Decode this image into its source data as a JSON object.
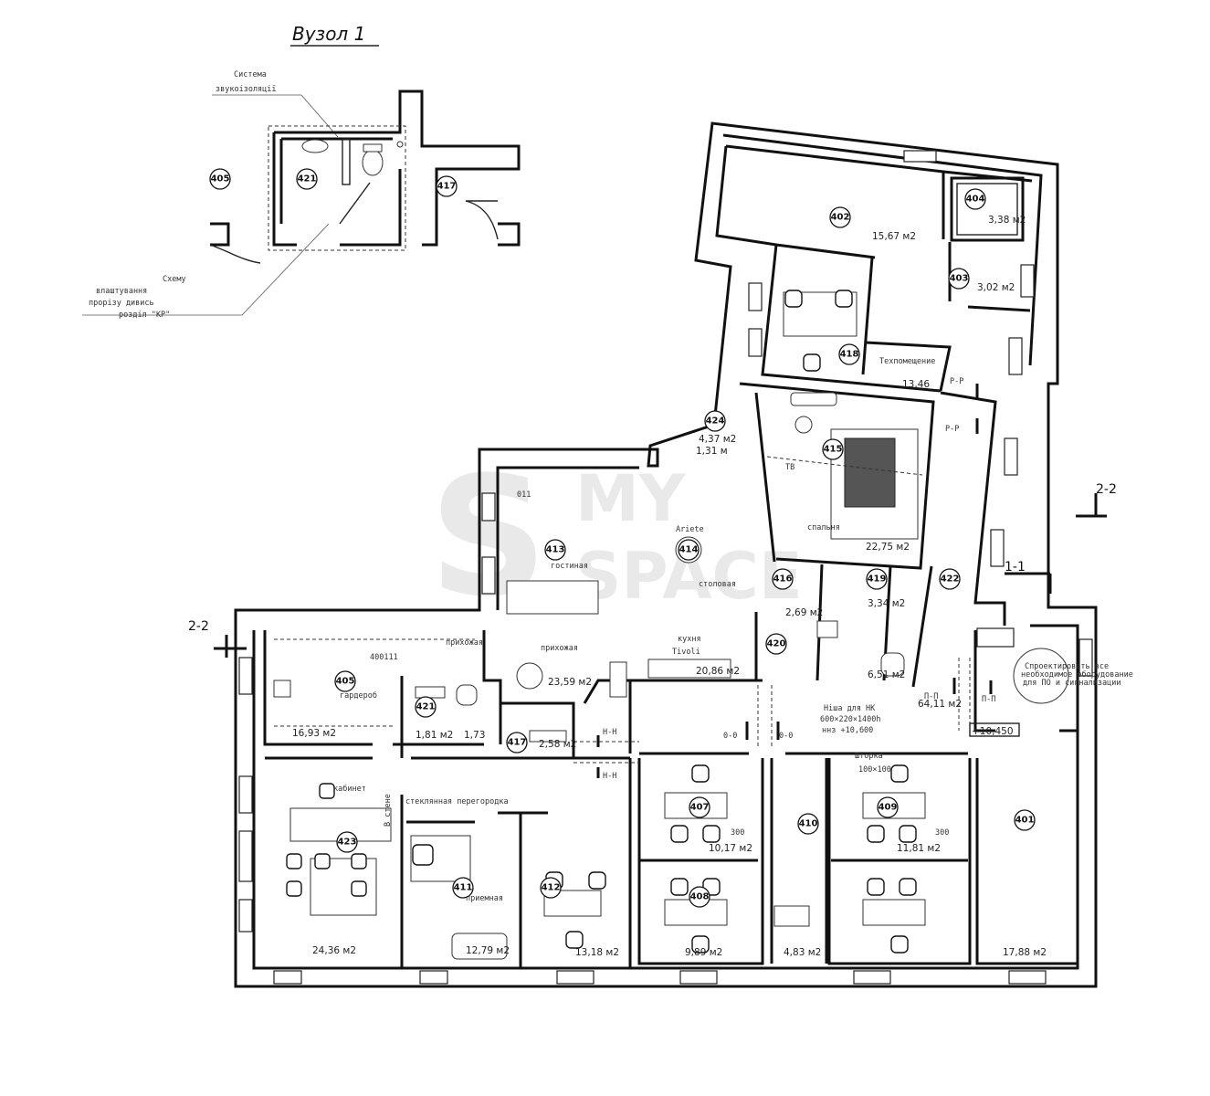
{
  "title": "Вузол 1",
  "notes": {
    "system": [
      "Система",
      "звукоізоляції"
    ],
    "scheme": [
      "Схему",
      "влаштування",
      "прорізу дивись",
      "розділ \"КР\""
    ],
    "project_equipment": [
      "Спроектировать все",
      "необходимое оборудование",
      "для ПО и сигнализации"
    ]
  },
  "section_marks": [
    "2-2",
    "2-2",
    "1-1",
    "Р-Р",
    "Р-Р",
    "Н-Н",
    "Н-Н",
    "0-0",
    "0-0",
    "П-П",
    "П-П"
  ],
  "elevation": "+10,450",
  "niche_note": [
    "Ніша для НК",
    "600×220×1400h",
    "ннз +10,600"
  ],
  "detail_rooms": [
    "405",
    "421",
    "417"
  ],
  "rooms": [
    {
      "id": "401",
      "area": "17,88",
      "unit": "м2",
      "name": ""
    },
    {
      "id": "402",
      "area": "15,67",
      "unit": "м2",
      "name": ""
    },
    {
      "id": "403",
      "area": "3,02",
      "unit": "м2",
      "name": ""
    },
    {
      "id": "404",
      "area": "3,38",
      "unit": "м2",
      "name": ""
    },
    {
      "id": "405",
      "area": "16,93",
      "unit": "м2",
      "name": "гардероб"
    },
    {
      "id": "407",
      "area": "10,17",
      "unit": "м2",
      "name": ""
    },
    {
      "id": "408",
      "area": "9,89",
      "unit": "м2",
      "name": ""
    },
    {
      "id": "409",
      "area": "11,81",
      "unit": "м2",
      "name": ""
    },
    {
      "id": "410",
      "area": "4,83",
      "unit": "м2",
      "name": ""
    },
    {
      "id": "411",
      "area": "12,79",
      "unit": "м2",
      "name": "приемная"
    },
    {
      "id": "412",
      "area": "13,18",
      "unit": "м2",
      "name": ""
    },
    {
      "id": "413",
      "area": "23,59",
      "unit": "м2",
      "name": "гостиная"
    },
    {
      "id": "414",
      "area": "20,86",
      "unit": "м2",
      "name": "столовая"
    },
    {
      "id": "415",
      "area": "22,75",
      "unit": "м2",
      "name": "спальня"
    },
    {
      "id": "416",
      "area": "2,69",
      "unit": "м2",
      "name": ""
    },
    {
      "id": "417",
      "area": "2,58",
      "unit": "м2",
      "name": ""
    },
    {
      "id": "418",
      "area": "",
      "unit": "",
      "name": ""
    },
    {
      "id": "419",
      "area": "3,34",
      "unit": "м2",
      "name": ""
    },
    {
      "id": "420",
      "area": "6,51",
      "unit": "м2",
      "name": ""
    },
    {
      "id": "421",
      "area": "1,81",
      "unit": "м2",
      "name": ""
    },
    {
      "id": "422",
      "area": "64,11",
      "unit": "м2",
      "name": ""
    },
    {
      "id": "423",
      "area": "24,36",
      "unit": "м2",
      "name": "кабинет"
    },
    {
      "id": "424",
      "area": "4,37",
      "unit": "м2",
      "name": ""
    }
  ],
  "extra_labels": {
    "wc_area": "1,73",
    "room_424_length": "1,31 м",
    "room_418_label": "Техпомещение",
    "room_418_area": "13,46",
    "entrance": "прихожая",
    "hallway": "прихожая",
    "kitchen": "кухня",
    "tivoli": "Tivoli",
    "glass_partition": "стеклянная перегородка",
    "in_stene": "В стене",
    "dim_300": "300",
    "shower": "Шторка",
    "dim_100x100": "100×100",
    "tv": "ТВ",
    "arc_400": "400111",
    "dim_011": "011",
    "ariete": "Ariete"
  },
  "watermark": [
    "MY",
    "SPACE"
  ]
}
